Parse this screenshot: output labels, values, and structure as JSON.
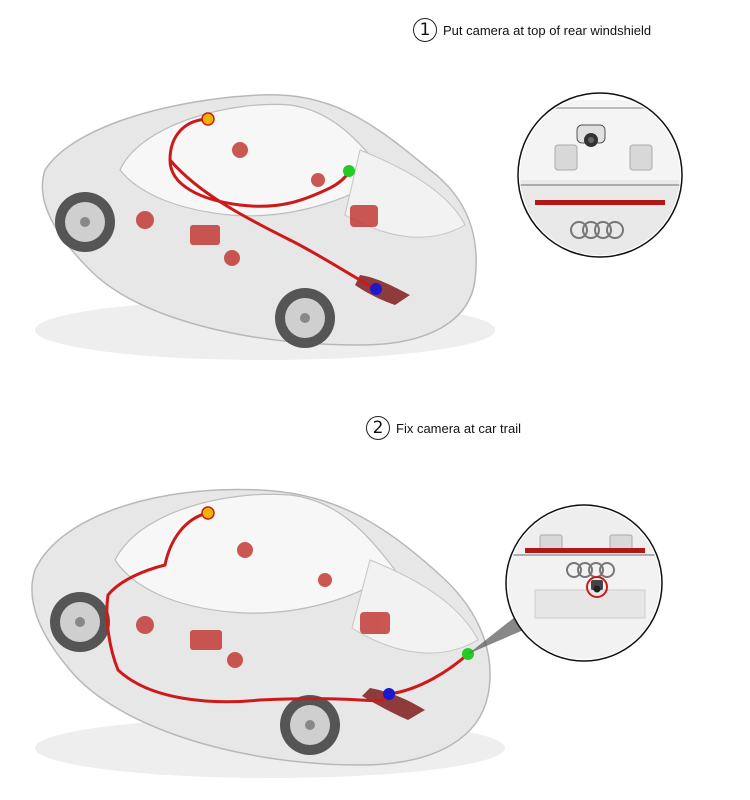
{
  "steps": [
    {
      "number": "1",
      "caption": "Put camera at top of rear windshield"
    },
    {
      "number": "2",
      "caption": "Fix camera at car trail"
    }
  ],
  "colors": {
    "cable": "#cc1a1a",
    "dot_front": "#f0b400",
    "dot_camera": "#22cc22",
    "dot_rear": "#1a1acc",
    "car_body": "#e7e7e7",
    "interior_red": "#c0302a"
  }
}
